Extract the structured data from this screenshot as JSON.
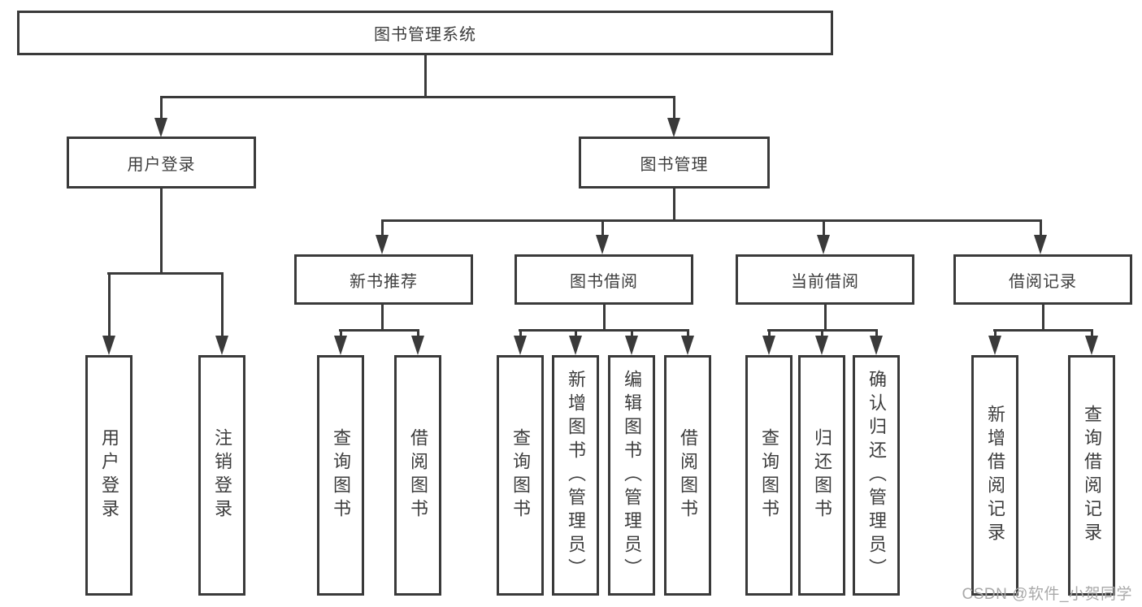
{
  "diagram": {
    "root": {
      "label": "图书管理系统"
    },
    "level2": [
      {
        "label": "用户登录"
      },
      {
        "label": "图书管理"
      }
    ],
    "level3": [
      {
        "label": "新书推荐"
      },
      {
        "label": "图书借阅"
      },
      {
        "label": "当前借阅"
      },
      {
        "label": "借阅记录"
      }
    ],
    "leaves": {
      "user_login": [
        {
          "label": "用户登录"
        },
        {
          "label": "注销登录"
        }
      ],
      "new_books": [
        {
          "label": "查询图书"
        },
        {
          "label": "借阅图书"
        }
      ],
      "book_borrowing": [
        {
          "label": "查询图书"
        },
        {
          "label": "新增图书（管理员）"
        },
        {
          "label": "编辑图书（管理员）"
        },
        {
          "label": "借阅图书"
        }
      ],
      "current_borrowing": [
        {
          "label": "查询图书"
        },
        {
          "label": "归还图书"
        },
        {
          "label": "确认归还（管理员）"
        }
      ],
      "borrowing_records": [
        {
          "label": "新增借阅记录"
        },
        {
          "label": "查询借阅记录"
        }
      ]
    }
  },
  "watermark": {
    "text": "CSDN @软件_小贺同学"
  },
  "colors": {
    "line": "#3a3a3a",
    "text": "#3d3d3d",
    "watermark": "#a9a9a9",
    "background": "#ffffff"
  }
}
